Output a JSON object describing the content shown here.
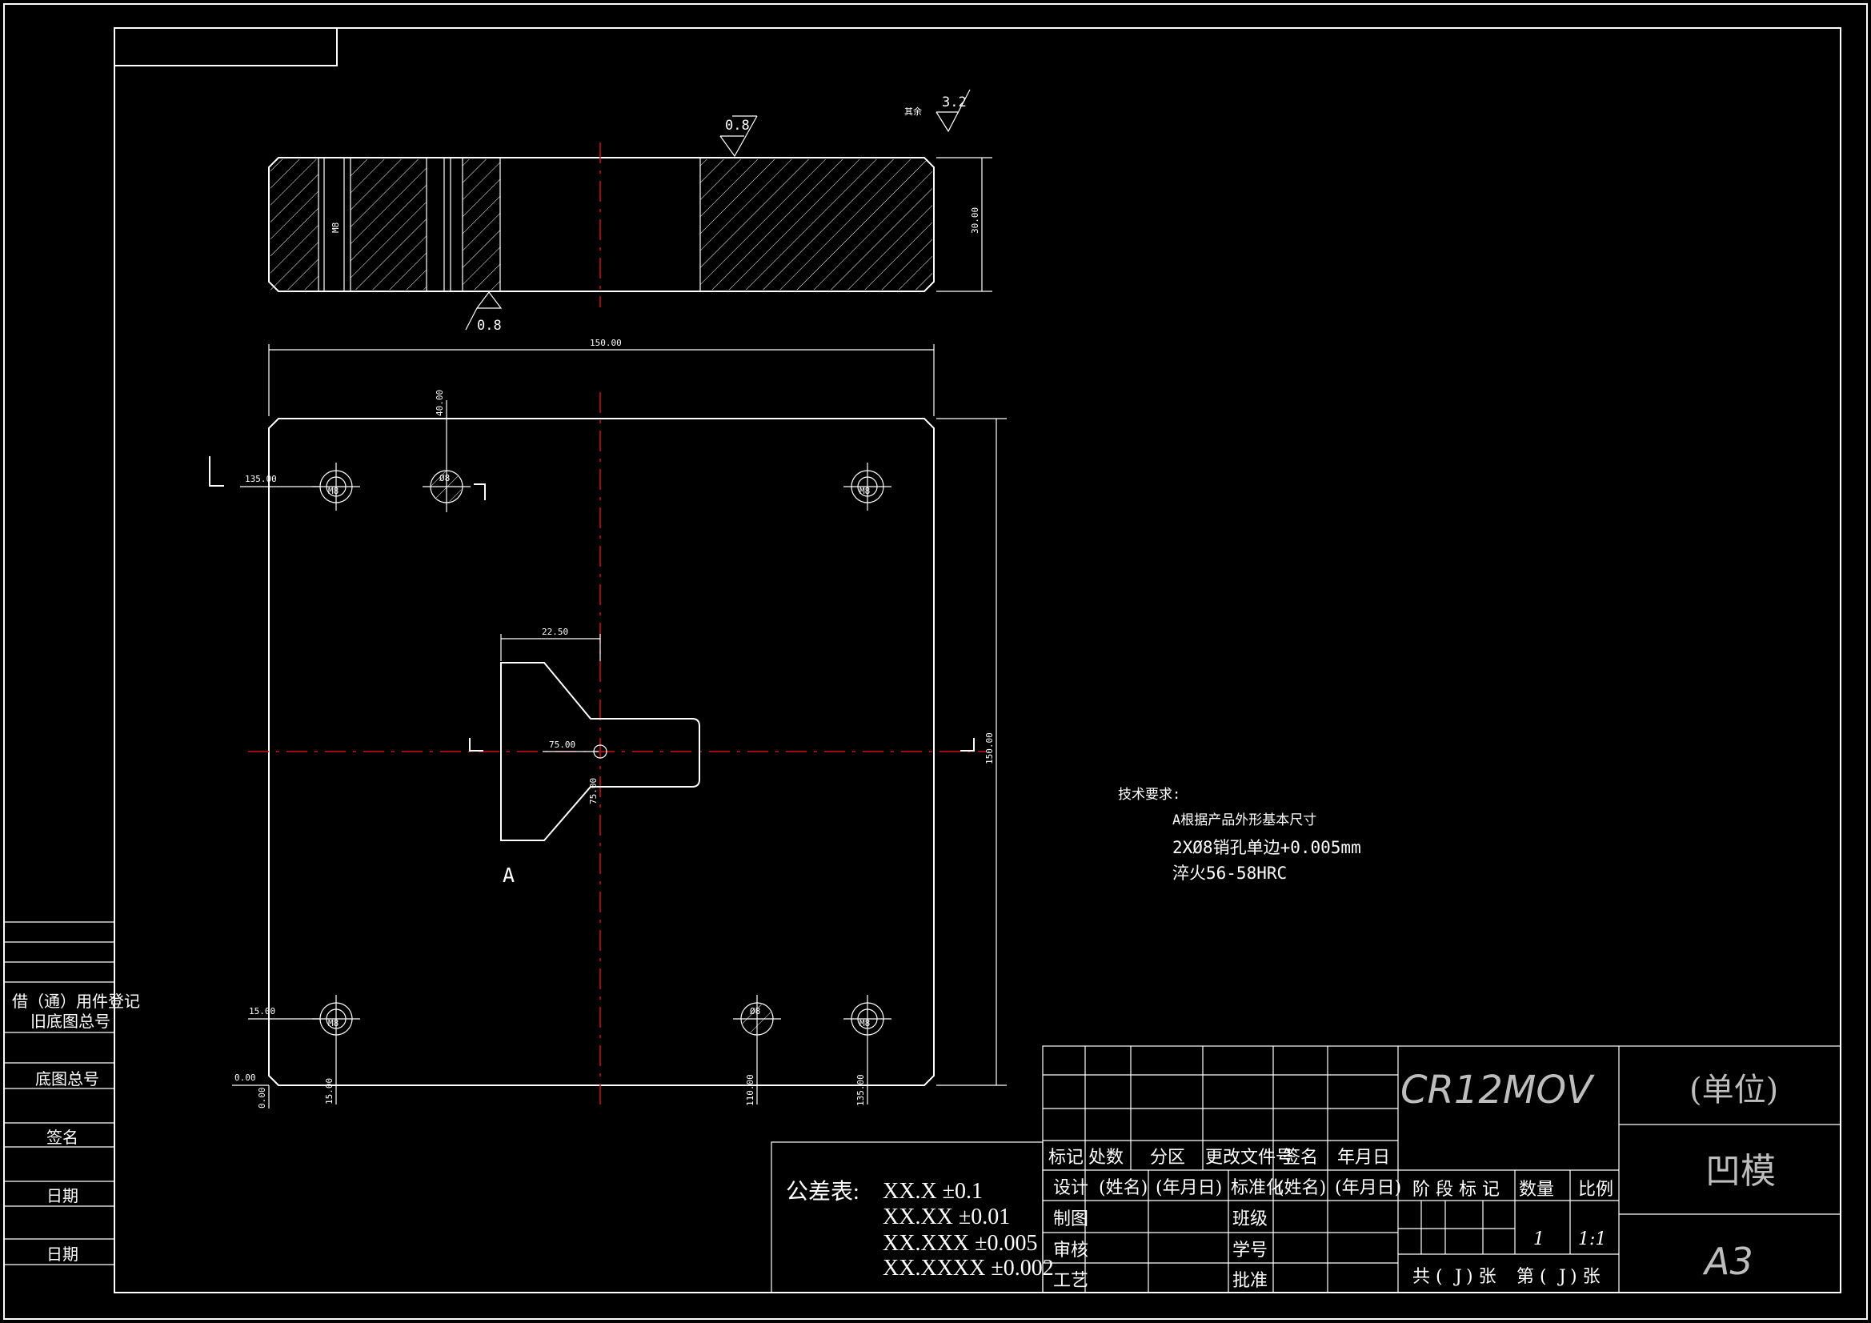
{
  "top_view": {
    "roughness_top": "0.8",
    "roughness_bottom": "0.8",
    "roughness_other_label": "其余",
    "roughness_other": "3.2",
    "hole_label": "M8",
    "thickness_dim": "30.00"
  },
  "plan_view": {
    "width_dim": "150.00",
    "height_dim": "150.00",
    "dim_40": "40.00",
    "dim_135_y": "135.00",
    "dim_15_y": "15.00",
    "dim_0_y": "0.00",
    "dim_0_x": "0.00",
    "dim_15_x": "15.00",
    "dim_110_x": "110.00",
    "dim_135_x": "135.00",
    "dim_22_5": "22.50",
    "dim_75_h": "75.00",
    "dim_75_v": "75.00",
    "hole_m8": "M8",
    "hole_d8": "Ø8",
    "section_label": "A"
  },
  "tech_requirements": {
    "title": "技术要求:",
    "line1": "A根据产品外形基本尺寸",
    "line2": "2XØ8销孔单边+0.005mm",
    "line3": "淬火56-58HRC"
  },
  "left_strip": {
    "labels": [
      "借（通）用件登记",
      "旧底图总号",
      "底图总号",
      "签名",
      "日期",
      "日期"
    ]
  },
  "tolerance_table": {
    "title": "公差表:",
    "rows": [
      "XX.X ±0.1",
      "XX.XX ±0.01",
      "XX.XXX ±0.005",
      "XX.XXXX ±0.002"
    ]
  },
  "title_block": {
    "header_row": [
      "标记",
      "处数",
      "分区",
      "更改文件号",
      "签名",
      "年月日"
    ],
    "row_design": [
      "设计",
      "(姓名)",
      "(年月日)",
      "标准化",
      "(姓名)",
      "(年月日)"
    ],
    "row_draw": [
      "制图",
      "班级"
    ],
    "row_review": [
      "审核",
      "学号"
    ],
    "row_process": [
      "工艺",
      "批准"
    ],
    "material": "CR12MOV",
    "stage_header": [
      "阶 段 标 记",
      "数量",
      "比例"
    ],
    "quantity": "1",
    "scale": "1:1",
    "sheets": [
      "共 (",
      "J",
      ") 张",
      "第 (",
      "J",
      ") 张"
    ],
    "unit": "(单位)",
    "part_name": "凹模",
    "sheet_size": "A3"
  }
}
